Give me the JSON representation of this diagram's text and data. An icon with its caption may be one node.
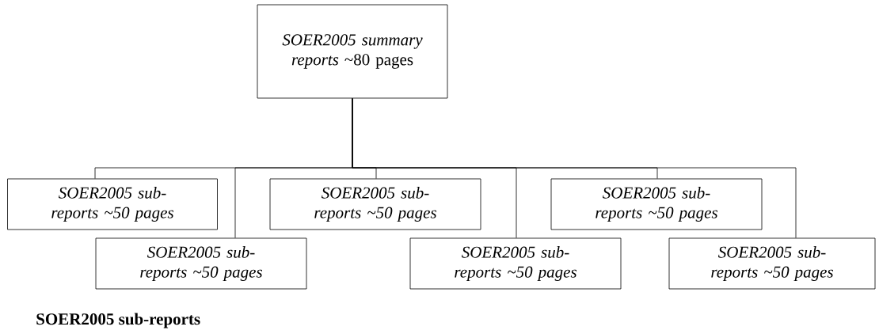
{
  "diagram": {
    "caption": "SOER2005 sub-reports",
    "nodes": [
      {
        "text": [
          "*SOER2005 summary reports* ~80 pages"
        ]
      },
      {
        "text": [
          "SOER2005 sub-reports ~50 pages"
        ]
      },
      {
        "text": [
          "SOER2005 sub-reports ~50 pages"
        ]
      },
      {
        "text": [
          "SOER2005 sub-reports ~50 pages"
        ]
      },
      {
        "text": [
          "SOER2005 sub-reports ~50 pages"
        ]
      },
      {
        "text": [
          "SOER2005 sub-reports ~50 pages"
        ]
      },
      {
        "text": [
          "SOER2005 sub-reports ~50 pages"
        ]
      }
    ],
    "edges": [
      {
        "from": 0,
        "to": 1,
        "arrow": "none"
      },
      {
        "from": 0,
        "to": 2,
        "arrow": "none"
      },
      {
        "from": 0,
        "to": 3,
        "arrow": "none"
      },
      {
        "from": 0,
        "to": 4,
        "arrow": "none"
      },
      {
        "from": 0,
        "to": 5,
        "arrow": "none"
      },
      {
        "from": 0,
        "to": 6,
        "arrow": "none"
      }
    ]
  }
}
